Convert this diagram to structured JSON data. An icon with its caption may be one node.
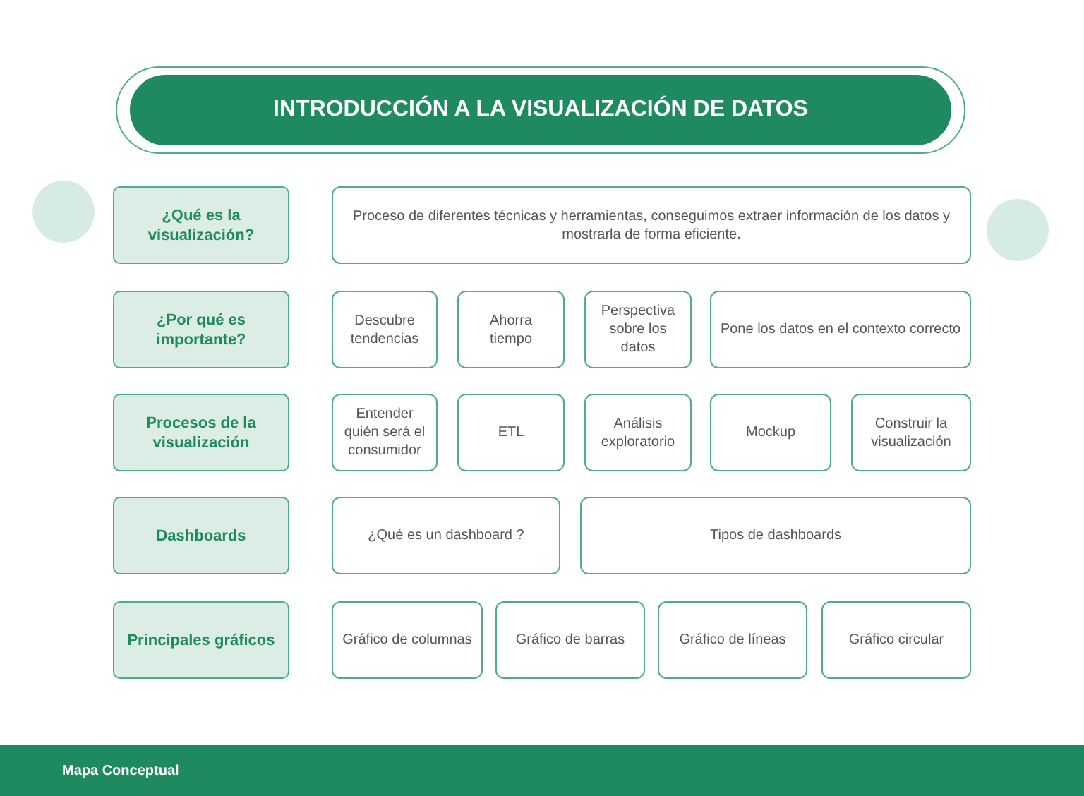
{
  "diagram": {
    "title": "INTRODUCCIÓN A LA VISUALIZACIÓN DE DATOS",
    "nodes": [
      {
        "text": [
          "¿Qué es la visualización?"
        ]
      },
      {
        "text": [
          "Proceso de diferentes técnicas y herramientas, conseguimos extraer información de los datos y mostrarla de forma eficiente."
        ]
      },
      {
        "text": [
          "¿Por qué es importante?"
        ]
      },
      {
        "text": [
          "Descubre tendencias"
        ]
      },
      {
        "text": [
          "Ahorra tiempo"
        ]
      },
      {
        "text": [
          "Perspectiva sobre los datos"
        ]
      },
      {
        "text": [
          "Pone los datos en el contexto correcto"
        ]
      },
      {
        "text": [
          "Procesos de la visualización"
        ]
      },
      {
        "text": [
          "Entender quién será el consumidor"
        ]
      },
      {
        "text": [
          "ETL"
        ]
      },
      {
        "text": [
          "Análisis exploratorio"
        ]
      },
      {
        "text": [
          "Mockup"
        ]
      },
      {
        "text": [
          "Construir la visualización"
        ]
      },
      {
        "text": [
          "Dashboards"
        ]
      },
      {
        "text": [
          "¿Qué es un dashboard ?"
        ]
      },
      {
        "text": [
          "Tipos de dashboards"
        ]
      },
      {
        "text": [
          "Principales gráficos"
        ]
      },
      {
        "text": [
          "Gráfico de columnas"
        ]
      },
      {
        "text": [
          "Gráfico de barras"
        ]
      },
      {
        "text": [
          "Gráfico de líneas"
        ]
      },
      {
        "text": [
          "Gráfico circular"
        ]
      },
      {
        "text": [
          "Mapa Conceptual"
        ]
      }
    ]
  }
}
